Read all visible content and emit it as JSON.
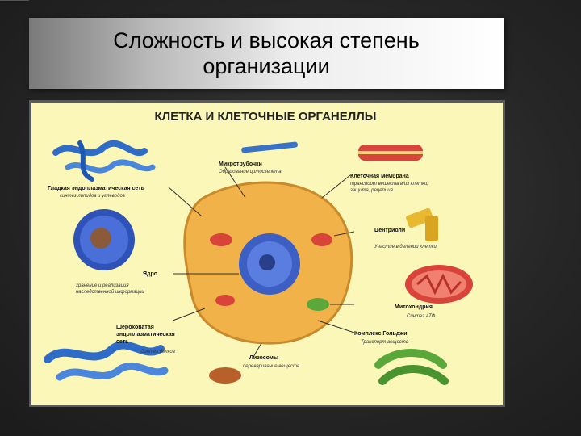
{
  "slide": {
    "title_line1": "Сложность и высокая степень",
    "title_line2": "организации"
  },
  "poster": {
    "heading": "КЛЕТКА И КЛЕТОЧНЫЕ ОРГАНЕЛЛЫ",
    "labels": {
      "microtubules": "Микротрубочки",
      "microtubules_desc": "Образование цитоскелета",
      "membrane": "Клеточная мембрана",
      "membrane_desc1": "транспорт веществ в/из клетки,",
      "membrane_desc2": "защита, рецепция",
      "smooth_er1": "Гладкая эндоплазматическая сеть",
      "smooth_er_desc": "синтез липидов и углеводов",
      "centrioles": "Центриоли",
      "centrioles_desc": "Участие в делении клетки",
      "nucleus": "Ядро",
      "nucleus_desc1": "хранение и реализация",
      "nucleus_desc2": "наследственной информации",
      "mitochondria": "Митохондрия",
      "mitochondria_desc": "Синтез АТФ",
      "rough_er1": "Шероховатая",
      "rough_er2": "эндоплазматическая",
      "rough_er3": "сеть",
      "rough_er_desc": "Синтез белков",
      "golgi": "Комплекс Гольджи",
      "golgi_desc": "Транспорт веществ",
      "lysosomes": "Лизосомы",
      "lysosomes_desc": "переваривание веществ"
    }
  },
  "colors": {
    "poster_bg": "#fbf7b9",
    "cytoplasm": "#f2b24a",
    "nucleus": "#3d5fc4",
    "mitochondria": "#d8443a",
    "golgi": "#5aa83a",
    "er": "#2f6cc8"
  }
}
